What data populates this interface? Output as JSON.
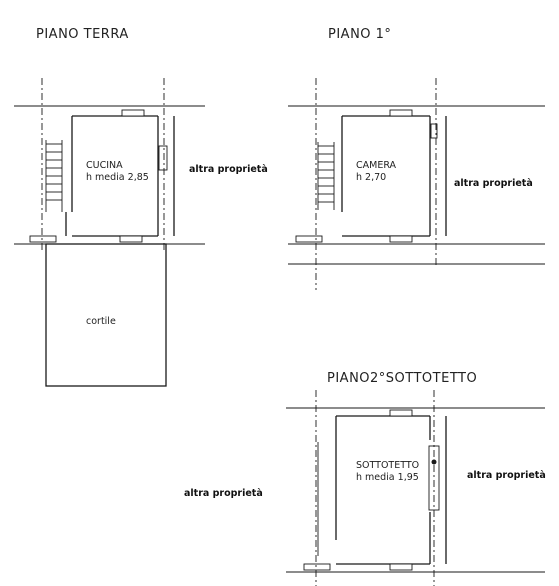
{
  "titles": {
    "ground": "PIANO TERRA",
    "first": "PIANO  1°",
    "attic": "PIANO2°SOTTOTETTO"
  },
  "ground_floor": {
    "room_name": "CUCINA",
    "room_height": "h media 2,85",
    "courtyard": "cortile",
    "neighbor": "altra proprietà"
  },
  "first_floor": {
    "room_name": "CAMERA",
    "room_height": "h 2,70",
    "neighbor": "altra proprietà"
  },
  "attic_floor": {
    "room_name": "SOTTOTETTO",
    "room_height": "h media 1,95",
    "neighbor_left": "altra proprietà",
    "neighbor_right": "altra proprietà"
  }
}
